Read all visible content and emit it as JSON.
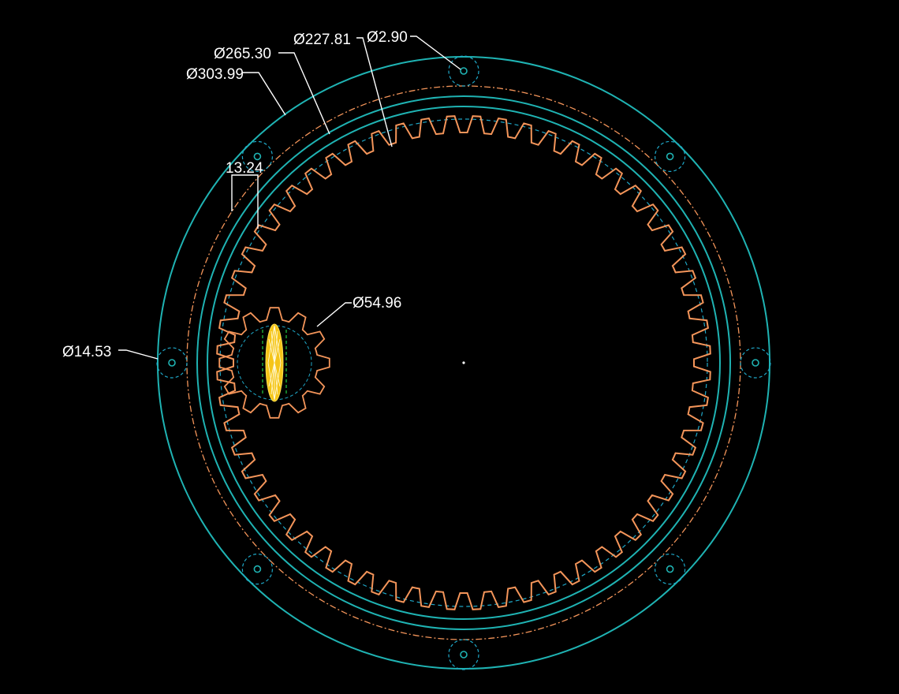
{
  "colors": {
    "background": "#000000",
    "housing": "#1fb3b3",
    "housing_dashed": "#1fa8c8",
    "ring_gear": "#f4955a",
    "pitch_dashed": "#f4955a",
    "pinion": "#f4955a",
    "carrier": "#f5c518",
    "carrier_outline": "#ffffff",
    "centerline": "#22cc44",
    "dimension": "#ffffff"
  },
  "gear_data": {
    "ring_teeth": 60,
    "pinion_teeth": 12,
    "mounting_holes": 8
  },
  "dimensions": {
    "d_303_99": "Ø303.99",
    "d_265_30": "Ø265.30",
    "d_227_81": "Ø227.81",
    "d_2_90": "Ø2.90",
    "d_54_96": "Ø54.96",
    "d_14_53": "Ø14.53",
    "width_13_24": "13.24"
  }
}
